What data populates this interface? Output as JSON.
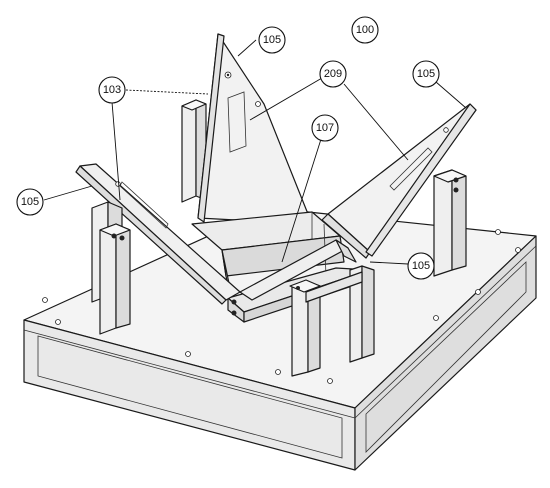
{
  "callouts": {
    "assembly": "100",
    "frame": "103",
    "panel_top": "105",
    "panel_right": "105",
    "panel_left": "105",
    "panel_front": "105",
    "bracket": "107",
    "slot": "209"
  }
}
